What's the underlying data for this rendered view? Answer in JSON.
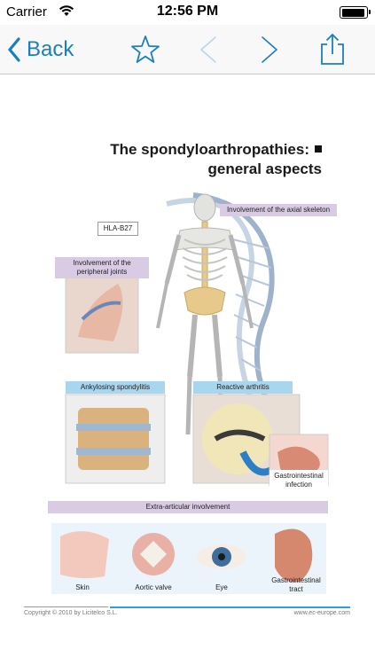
{
  "status_bar": {
    "carrier": "Carrier",
    "time": "12:56 PM",
    "wifi_icon": "wifi-icon",
    "battery_icon": "battery-icon"
  },
  "nav_bar": {
    "back_label": "Back",
    "accent_color": "#1a7fbf",
    "icons": [
      "chevron-left-icon",
      "star-icon",
      "chevron-left-icon",
      "chevron-right-icon",
      "share-icon"
    ]
  },
  "slide": {
    "title_line1": "The spondyloarthropathies:",
    "title_line2": "general aspects",
    "labels": {
      "axial": "Involvement of the axial skeleton",
      "hla": "HLA-B27",
      "peripheral_line1": "Involvement of the",
      "peripheral_line2": "peripheral joints",
      "ankylosing": "Ankylosing spondylitis",
      "reactive": "Reactive arthritis",
      "gi_infection_line1": "Gastrointestinal",
      "gi_infection_line2": "infection",
      "extra_articular": "Extra-articular involvement",
      "skin": "Skin",
      "aortic_valve": "Aortic valve",
      "eye": "Eye",
      "gi_tract_line1": "Gastrointestinal",
      "gi_tract_line2": "tract"
    },
    "colors": {
      "purple_label": "#d9cbe3",
      "blue_label": "#a9d6ef"
    }
  },
  "footer": {
    "copyright": "Copyright © 2010 by Licitelco S.L.",
    "website": "www.ec-europe.com"
  }
}
